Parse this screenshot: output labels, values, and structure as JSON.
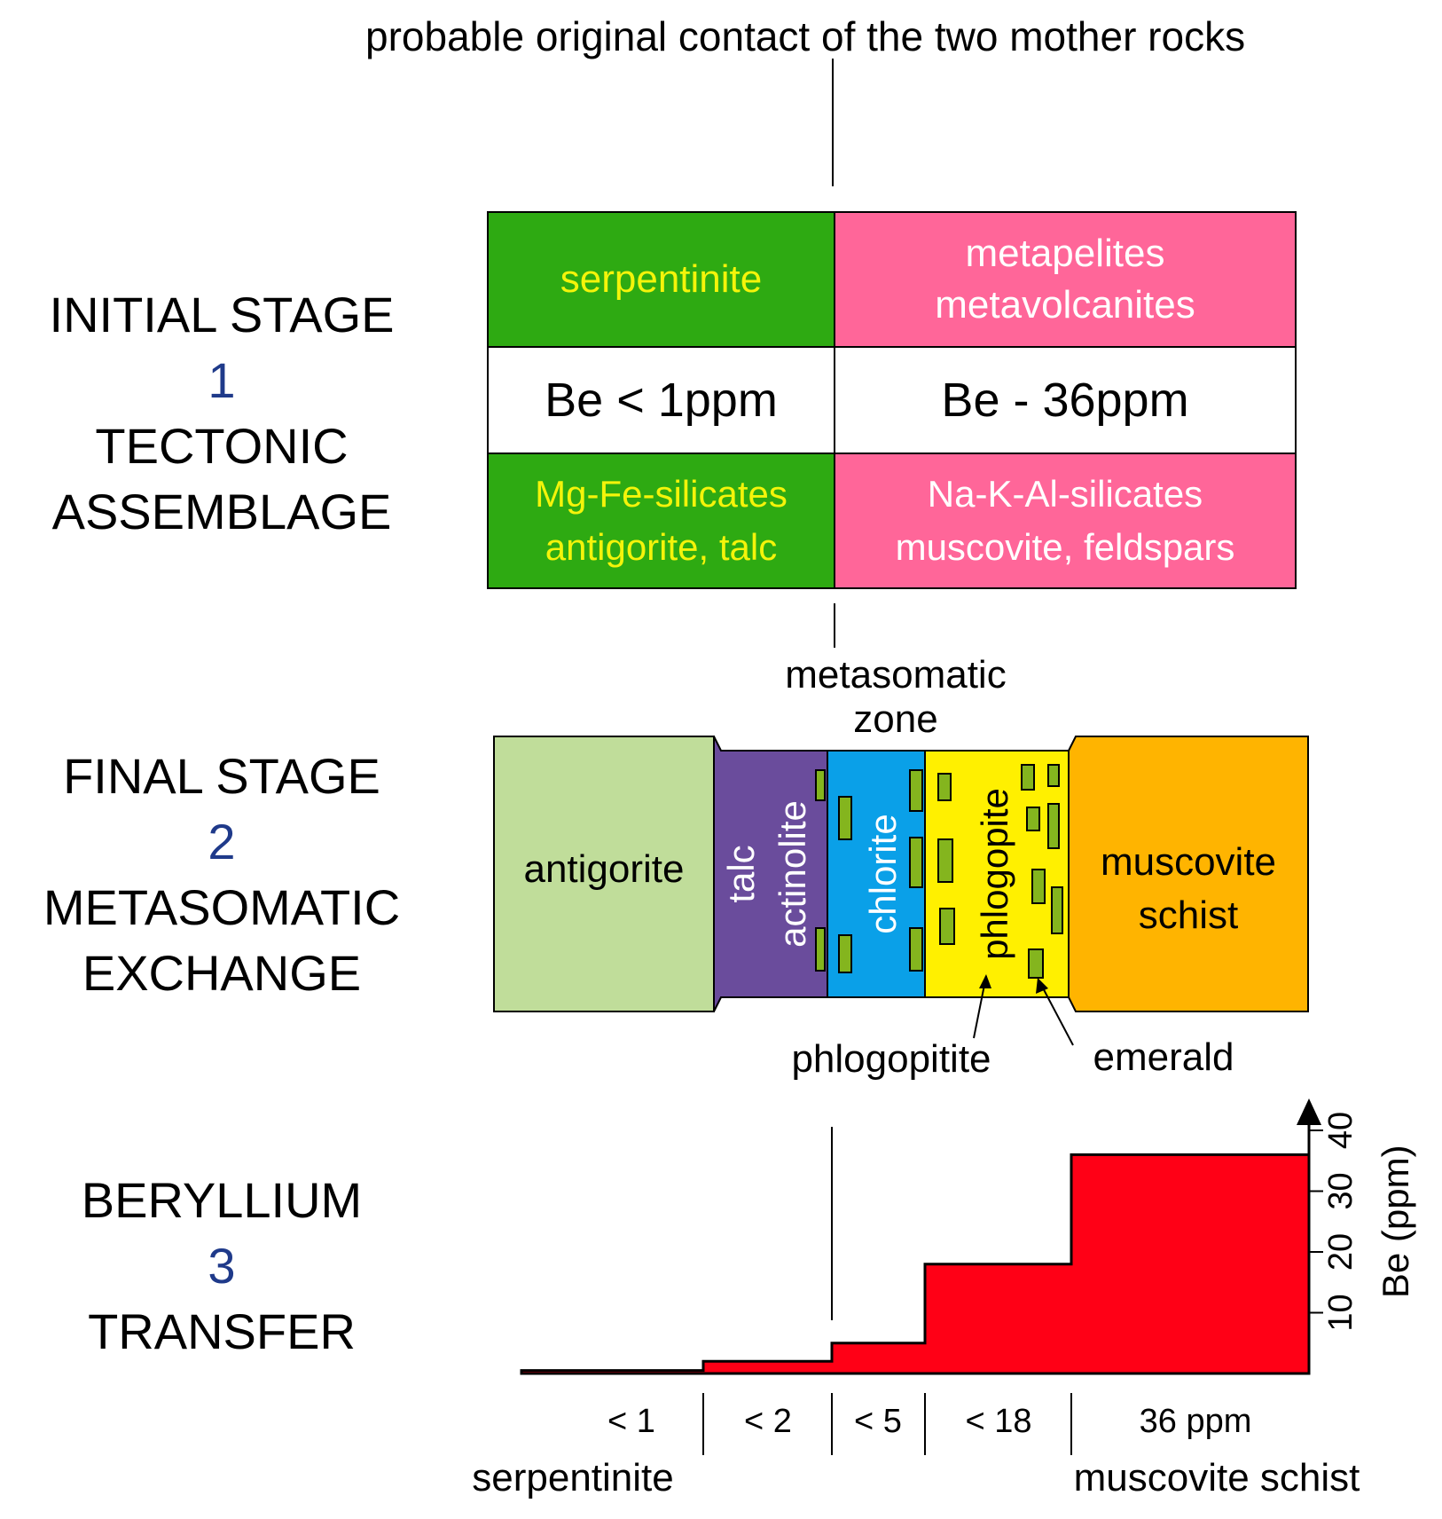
{
  "top_label": "probable original contact of the two mother rocks",
  "stages": [
    {
      "title": "INITIAL STAGE",
      "number": "1",
      "subtitle_1": "TECTONIC",
      "subtitle_2": "ASSEMBLAGE"
    },
    {
      "title": "FINAL STAGE",
      "number": "2",
      "subtitle_1": "METASOMATIC",
      "subtitle_2": "EXCHANGE"
    },
    {
      "title": "BERYLLIUM",
      "number": "3",
      "subtitle_1": "TRANSFER"
    }
  ],
  "initial": {
    "left_rock": "serpentinite",
    "right_rock_1": "metapelites",
    "right_rock_2": "metavolcanites",
    "left_be": "Be < 1ppm",
    "right_be": "Be - 36ppm",
    "left_min_1": "Mg-Fe-silicates",
    "left_min_2": "antigorite, talc",
    "right_min_1": "Na-K-Al-silicates",
    "right_min_2": "muscovite, feldspars"
  },
  "final": {
    "zone_label_1": "metasomatic",
    "zone_label_2": "zone",
    "zones": {
      "antigorite": "antigorite",
      "talc": "talc",
      "actinolite": "actinolite",
      "chlorite": "chlorite",
      "phlogopite": "phlogopite",
      "muscovite_1": "muscovite",
      "muscovite_2": "schist"
    },
    "annotation_phlogopitite": "phlogopitite",
    "annotation_emerald": "emerald"
  },
  "colors": {
    "green": "#2eaa12",
    "yellow_text": "#f4f40a",
    "pink": "#ff6699",
    "antigorite": "#c0dd9a",
    "talc": "#6a4c9c",
    "chlorite": "#0aa0e8",
    "phlogopite": "#fff000",
    "muscovite": "#ffb400",
    "emerald": "#84b51e",
    "be_fill": "#ff0016",
    "number_blue": "#1f3a8a"
  },
  "chart_data": {
    "type": "area",
    "ylabel": "Be (ppm)",
    "y_ticks": [
      10,
      20,
      30,
      40
    ],
    "ylim": [
      0,
      45
    ],
    "categories": [
      "< 1",
      "< 2",
      "< 5",
      "< 18",
      "36 ppm"
    ],
    "values": [
      0.5,
      2,
      5,
      18,
      36
    ],
    "left_end_label": "serpentinite",
    "right_end_label": "muscovite schist"
  }
}
